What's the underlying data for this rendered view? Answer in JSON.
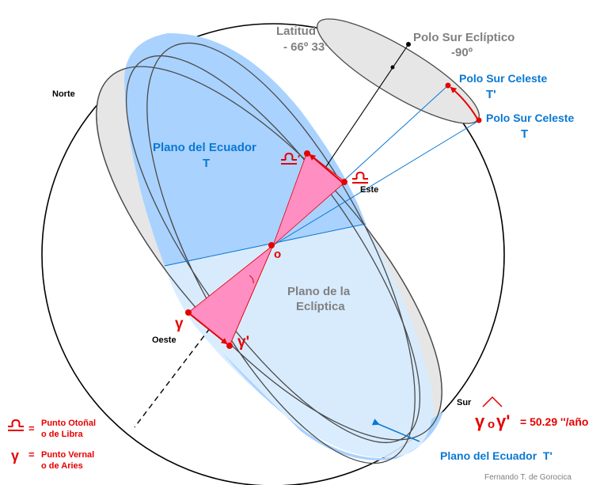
{
  "labels": {
    "latitud": "Latitud",
    "latitud_value": "- 66º 33'",
    "polo_sur_ecliptico": "Polo Sur Eclíptico",
    "polo_sur_ecliptico_value": "-90º",
    "polo_sur_celeste_prime": "Polo Sur Celeste",
    "t_prime_1": "T'",
    "polo_sur_celeste": "Polo Sur Celeste",
    "t_1": "T",
    "norte": "Norte",
    "plano_ecuador_t": "Plano del Ecuador",
    "t_2": "T",
    "este": "Este",
    "o_center": "o",
    "plano_ecliptica_1": "Plano de la",
    "plano_ecliptica_2": "Eclíptica",
    "oeste": "Oeste",
    "gamma": "γ",
    "gamma_prime": "γ'",
    "sur": "Sur",
    "formula_gamma": "γ",
    "formula_o": "o",
    "formula_gamma_prime": "γ'",
    "formula_value": "= 50.29 ''/año",
    "plano_ecuador_t_prime": "Plano del Ecuador  T'",
    "legend_libra_eq": "=",
    "legend_libra_1": "Punto Otoñal",
    "legend_libra_2": "o de Libra",
    "legend_aries_symbol": "γ",
    "legend_aries_eq": "=",
    "legend_aries_1": "Punto Vernal",
    "legend_aries_2": "o de Aries",
    "author": "Fernando T. de Gorocica"
  },
  "colors": {
    "equator_blue": "#a9d2ff",
    "equator_light": "#d6ebff",
    "ecliptic_gray": "#e6e6e6",
    "triangle_pink": "#ff8fc3",
    "red": "#e60000",
    "label_blue": "#0a78d2",
    "gray_text": "#808080"
  },
  "icons": {
    "libra_symbol": "libra-icon",
    "aries_symbol": "aries-icon"
  }
}
